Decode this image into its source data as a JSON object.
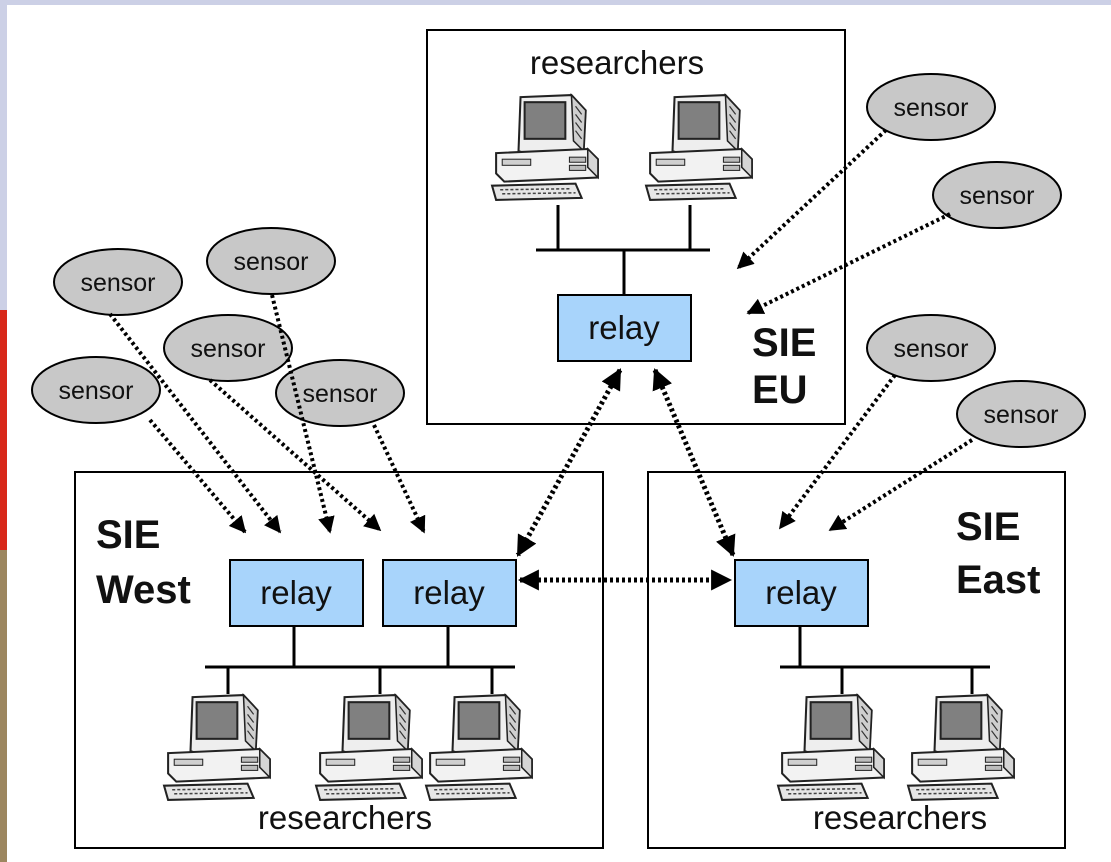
{
  "labels": {
    "researchers": "researchers",
    "relay": "relay",
    "sensor": "sensor",
    "sie": "SIE",
    "eu": "EU",
    "west": "West",
    "east": "East"
  },
  "colors": {
    "relay_fill": "#a8d4fb",
    "sensor_fill": "#c8c8c8",
    "left_edge_red": "#d8281a",
    "left_edge_brown": "#9c865f",
    "left_edge_lavender": "#ccd0e6"
  },
  "icons": [
    "desktop-computer-icon"
  ]
}
